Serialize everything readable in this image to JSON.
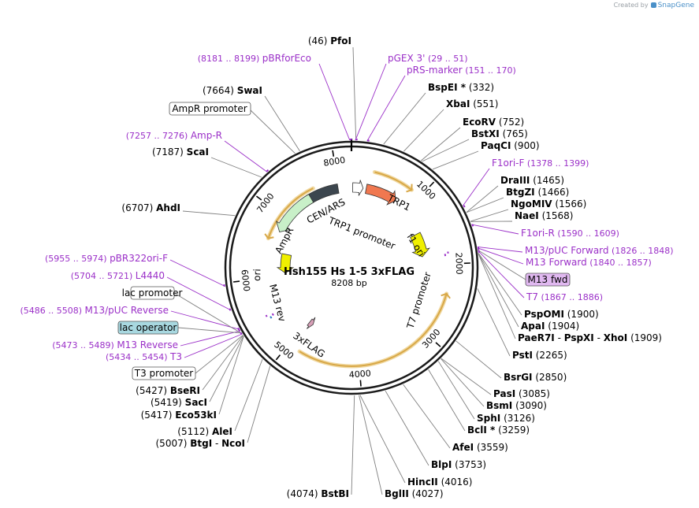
{
  "brand": {
    "created_by": "Created by",
    "app": "SnapGene"
  },
  "plasmid": {
    "name": "Hsh155 Hs 1-5 3xFLAG",
    "length_label": "8208 bp",
    "length": 8208
  },
  "colors": {
    "enzyme": "#000000",
    "primer": "#9b30c8",
    "line": "#808080",
    "backbone": "#1a1a1a",
    "cen_ars": "#3c464e",
    "trp1": "#f07850",
    "amp": "#c8f0c8",
    "ori": "#f0f000",
    "flag": "#d8a0b8",
    "orf": "#d8a848",
    "lac_operator": "#a8d8e0",
    "m13_fwd": "#e0b8f0"
  },
  "ticks": [
    "1000",
    "2000",
    "3000",
    "4000",
    "5000",
    "6000",
    "7000",
    "8000"
  ],
  "features": [
    {
      "name": "CEN/ARS",
      "start": 7440,
      "end": 7960
    },
    {
      "name": "TRP1 promoter",
      "start": 22,
      "end": 200
    },
    {
      "name": "TRP1",
      "start": 240,
      "end": 760
    },
    {
      "name": "f1 ori",
      "start": 1380,
      "end": 1800
    },
    {
      "name": "T7 promoter",
      "start": 1867,
      "end": 1886
    },
    {
      "name": "AmpR promoter",
      "start": 7560,
      "end": 7660
    },
    {
      "name": "AmpR",
      "start": 6650,
      "end": 7500
    },
    {
      "name": "ori",
      "start": 5970,
      "end": 6550
    },
    {
      "name": "M13 rev",
      "start": 5473,
      "end": 5489
    },
    {
      "name": "lac promoter",
      "start": 5420,
      "end": 5460
    },
    {
      "name": "3xFLAG",
      "start": 4870,
      "end": 4950
    }
  ],
  "enzymes": [
    {
      "pos": "(46)",
      "name": "PfoI"
    },
    {
      "pos": "(332)",
      "name": "BspEI",
      "suffix": "*"
    },
    {
      "pos": "(551)",
      "name": "XbaI"
    },
    {
      "pos": "(752)",
      "name": "EcoRV"
    },
    {
      "pos": "(765)",
      "name": "BstXI"
    },
    {
      "pos": "(900)",
      "name": "PaqCI"
    },
    {
      "pos": "(1465)",
      "name": "DraIII"
    },
    {
      "pos": "(1466)",
      "name": "BtgZI"
    },
    {
      "pos": "(1566)",
      "name": "NgoMIV"
    },
    {
      "pos": "(1568)",
      "name": "NaeI"
    },
    {
      "pos": "(1900)",
      "name": "PspOMI"
    },
    {
      "pos": "(1904)",
      "name": "ApaI"
    },
    {
      "pos": "(1909)",
      "name": "PaeR7I",
      "name2": "PspXI",
      "name3": "XhoI"
    },
    {
      "pos": "(2265)",
      "name": "PstI"
    },
    {
      "pos": "(2850)",
      "name": "BsrGI"
    },
    {
      "pos": "(3085)",
      "name": "PasI"
    },
    {
      "pos": "(3090)",
      "name": "BsmI"
    },
    {
      "pos": "(3126)",
      "name": "SphI"
    },
    {
      "pos": "(3259)",
      "name": "BclI",
      "suffix": "*"
    },
    {
      "pos": "(3559)",
      "name": "AfeI"
    },
    {
      "pos": "(3753)",
      "name": "BlpI"
    },
    {
      "pos": "(4016)",
      "name": "HincII"
    },
    {
      "pos": "(4027)",
      "name": "BglII"
    },
    {
      "pos": "(4074)",
      "name": "BstBI"
    },
    {
      "pos": "(5007)",
      "name": "BtgI",
      "name2": "NcoI"
    },
    {
      "pos": "(5112)",
      "name": "AleI"
    },
    {
      "pos": "(5417)",
      "name": "Eco53kI"
    },
    {
      "pos": "(5419)",
      "name": "SacI"
    },
    {
      "pos": "(5427)",
      "name": "BseRI"
    },
    {
      "pos": "(6707)",
      "name": "AhdI"
    },
    {
      "pos": "(7187)",
      "name": "ScaI"
    },
    {
      "pos": "(7664)",
      "name": "SwaI"
    }
  ],
  "primers": [
    {
      "name": "pBRforEco",
      "range": "(8181 .. 8199)"
    },
    {
      "name": "pGEX 3'",
      "range": "(29 .. 51)"
    },
    {
      "name": "pRS-marker",
      "range": "(151 .. 170)"
    },
    {
      "name": "F1ori-F",
      "range": "(1378 .. 1399)"
    },
    {
      "name": "F1ori-R",
      "range": "(1590 .. 1609)"
    },
    {
      "name": "M13/pUC Forward",
      "range": "(1826 .. 1848)"
    },
    {
      "name": "M13 Forward",
      "range": "(1840 .. 1857)"
    },
    {
      "name": "T7",
      "range": "(1867 .. 1886)"
    },
    {
      "name": "Amp-R",
      "range": "(7257 .. 7276)"
    },
    {
      "name": "pBR322ori-F",
      "range": "(5955 .. 5974)"
    },
    {
      "name": "L4440",
      "range": "(5704 .. 5721)"
    },
    {
      "name": "M13/pUC Reverse",
      "range": "(5486 .. 5508)"
    },
    {
      "name": "M13 Reverse",
      "range": "(5473 .. 5489)"
    },
    {
      "name": "T3",
      "range": "(5434 .. 5454)"
    }
  ],
  "boxes": {
    "ampr_promoter": "AmpR promoter",
    "lac_promoter": "lac promoter",
    "lac_operator": "lac operator",
    "t3_promoter": "T3 promoter",
    "m13_fwd": "M13 fwd"
  }
}
